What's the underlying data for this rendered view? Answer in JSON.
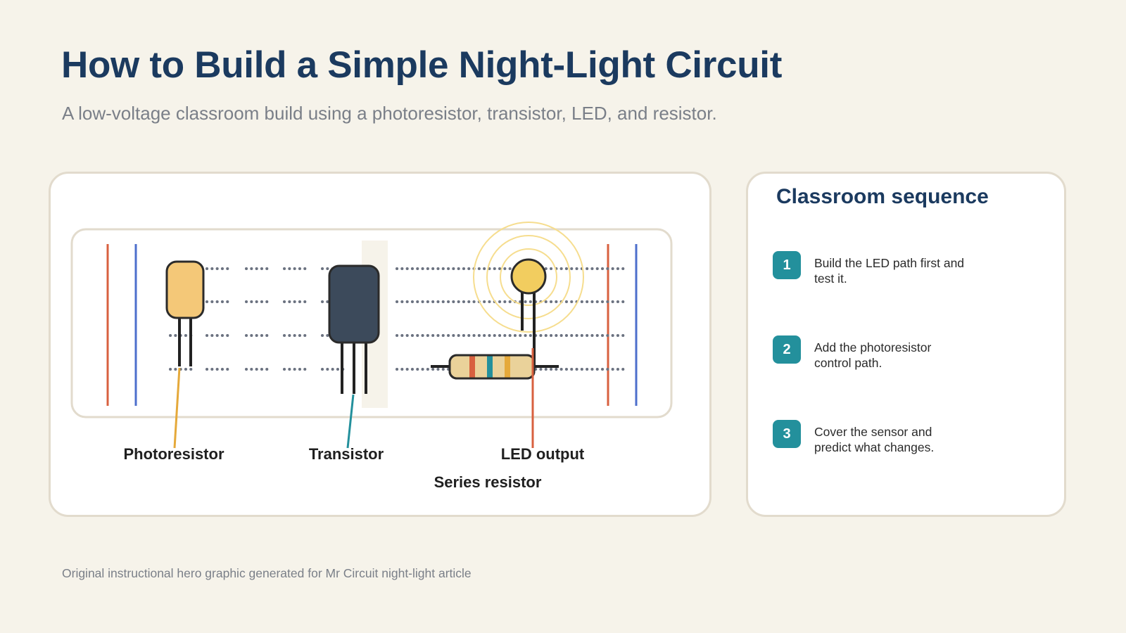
{
  "header": {
    "title": "How to Build a Simple Night-Light Circuit",
    "subtitle": "A low-voltage classroom build using a photoresistor, transistor, LED, and resistor."
  },
  "diagram": {
    "labels": {
      "photoresistor": "Photoresistor",
      "transistor": "Transistor",
      "led": "LED output",
      "resistor": "Series resistor"
    },
    "colors": {
      "rail_red": "#d8603f",
      "rail_blue": "#4d6fcc",
      "photoresistor": "#f4c878",
      "transistor": "#3c4a5b",
      "led": "#f2cd5f",
      "resistor_body": "#ead29a",
      "photoresistor_leader": "#e5a93a",
      "transistor_leader": "#23909c",
      "led_leader": "#d8603f"
    }
  },
  "sequence": {
    "title": "Classroom sequence",
    "steps": [
      {
        "num": "1",
        "text": "Build the LED path first and test it."
      },
      {
        "num": "2",
        "text": "Add the photoresistor control path."
      },
      {
        "num": "3",
        "text": "Cover the sensor and predict what changes."
      }
    ]
  },
  "footer": {
    "caption": "Original instructional hero graphic generated for Mr Circuit night-light article"
  }
}
